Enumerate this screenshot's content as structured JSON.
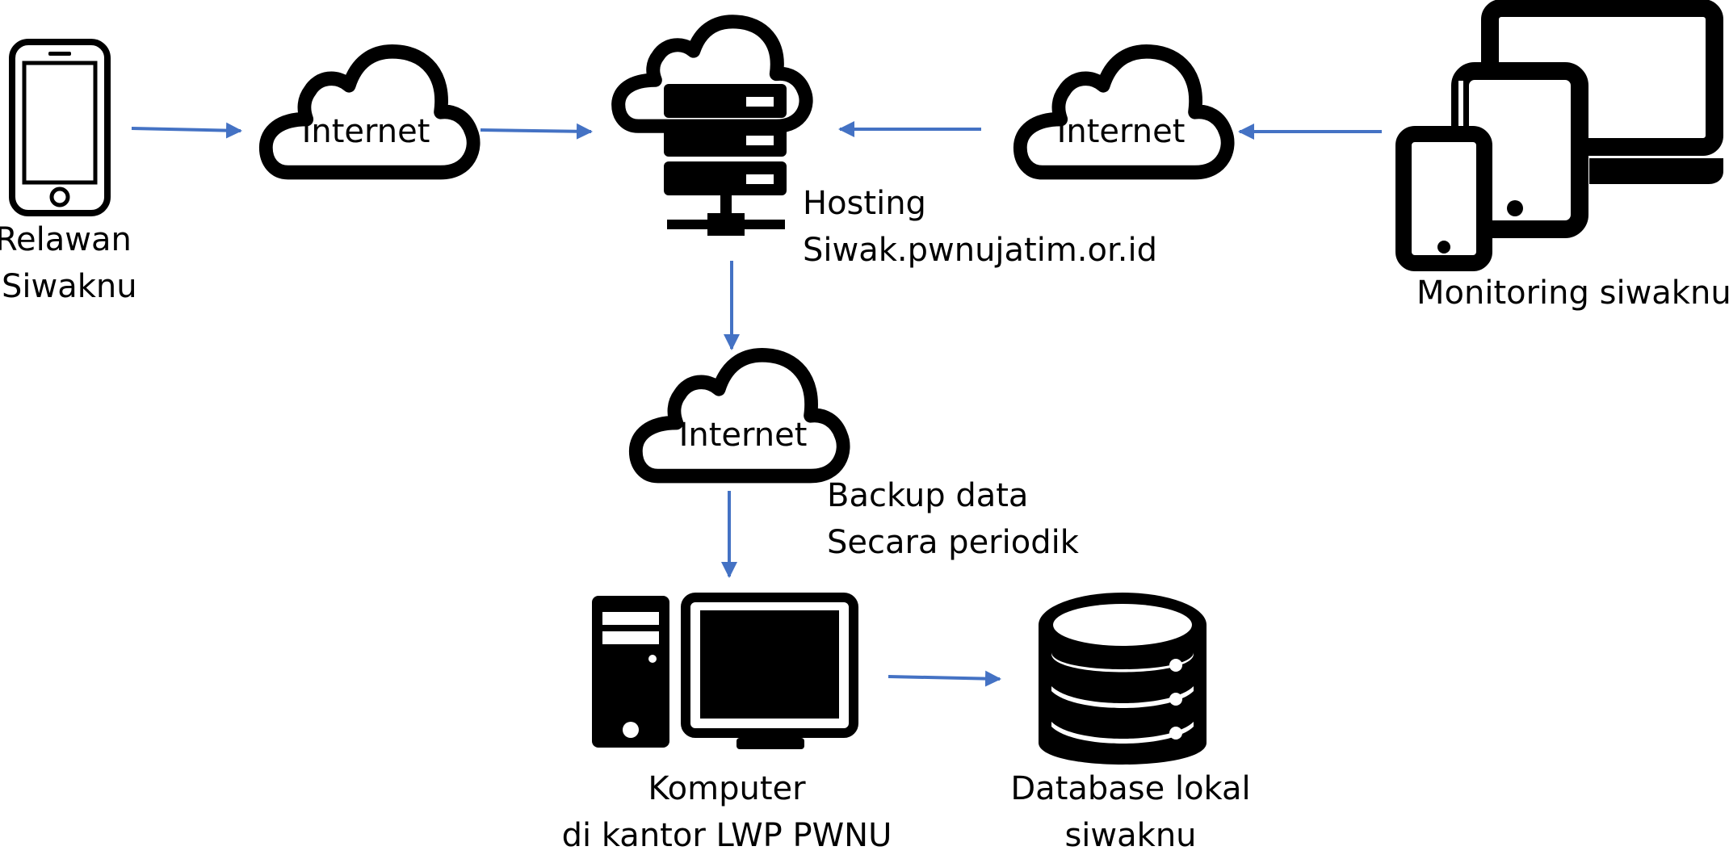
{
  "nodes": {
    "relawan": {
      "line1": "Relawan",
      "line2": "Siwaknu",
      "icon": "smartphone-icon"
    },
    "cloud_left": {
      "label": "Internet",
      "icon": "cloud-icon"
    },
    "hosting": {
      "line1": "Hosting",
      "line2": "Siwak.pwnujatim.or.id",
      "icon": "cloud-server-icon"
    },
    "cloud_right": {
      "label": "Internet",
      "icon": "cloud-icon"
    },
    "monitoring": {
      "label": "Monitoring siwaknu",
      "icon": "multi-device-icon"
    },
    "cloud_mid": {
      "label": "Internet",
      "icon": "cloud-icon"
    },
    "backup": {
      "line1": "Backup data",
      "line2": "Secara periodik"
    },
    "komputer": {
      "line1": "Komputer",
      "line2": "di kantor LWP PWNU",
      "icon": "desktop-computer-icon"
    },
    "database": {
      "line1": "Database lokal",
      "line2": "siwaknu",
      "icon": "database-icon"
    }
  },
  "colors": {
    "arrow": "#4472c4",
    "icon": "#000000",
    "background": "#ffffff"
  }
}
